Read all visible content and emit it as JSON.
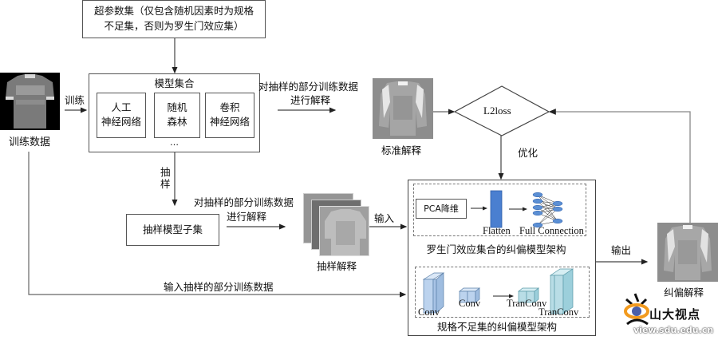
{
  "hyperparam_box": {
    "line1": "超参数集（仅包含随机因素时为规格",
    "line2": "不足集，否则为罗生门效应集）"
  },
  "training_data": {
    "label": "训练数据",
    "arrow_label": "训练"
  },
  "model_set": {
    "title": "模型集合",
    "models": [
      {
        "line1": "人工",
        "line2": "神经网络"
      },
      {
        "line1": "随机",
        "line2": "森林"
      },
      {
        "line1": "卷积",
        "line2": "神经网络"
      }
    ],
    "ellipsis": "…"
  },
  "sampling": {
    "arrow_label_1": "抽",
    "arrow_label_2": "样",
    "subset_box": "抽样模型子集"
  },
  "explain_top": {
    "line1": "对抽样的部分训练数据",
    "line2": "进行解释"
  },
  "explain_mid": {
    "line1": "对抽样的部分训练数据",
    "line2": "进行解释"
  },
  "standard_explanation": {
    "label": "标准解释"
  },
  "sampled_explanation": {
    "label": "抽样解释",
    "arrow_label": "输入"
  },
  "loss": {
    "label": "L2loss",
    "optimize_label": "优化"
  },
  "rashomon_arch": {
    "pca_label": "PCA降维",
    "flatten_label": "Flatten",
    "fc_label": "Full Connection",
    "caption": "罗生门效应集合的纠偏模型架构",
    "colors": {
      "flatten": "#4a7fd0",
      "nodes": "#5b8fd4"
    }
  },
  "underspec_arch": {
    "conv1_label": "Conv",
    "conv2_label": "Conv",
    "tconv1_label": "TranConv",
    "tconv2_label": "TranConv",
    "caption": "规格不足集的纠偏模型架构",
    "colors": {
      "conv": "#bcd3ee",
      "tconv": "#b9dde6"
    }
  },
  "bottom_arrow_label": "输入抽样的部分训练数据",
  "output": {
    "arrow_label": "输出",
    "image_label": "纠偏解释"
  },
  "watermark": {
    "brand": "山大视点",
    "url": "view.sdu.edu.cn"
  }
}
